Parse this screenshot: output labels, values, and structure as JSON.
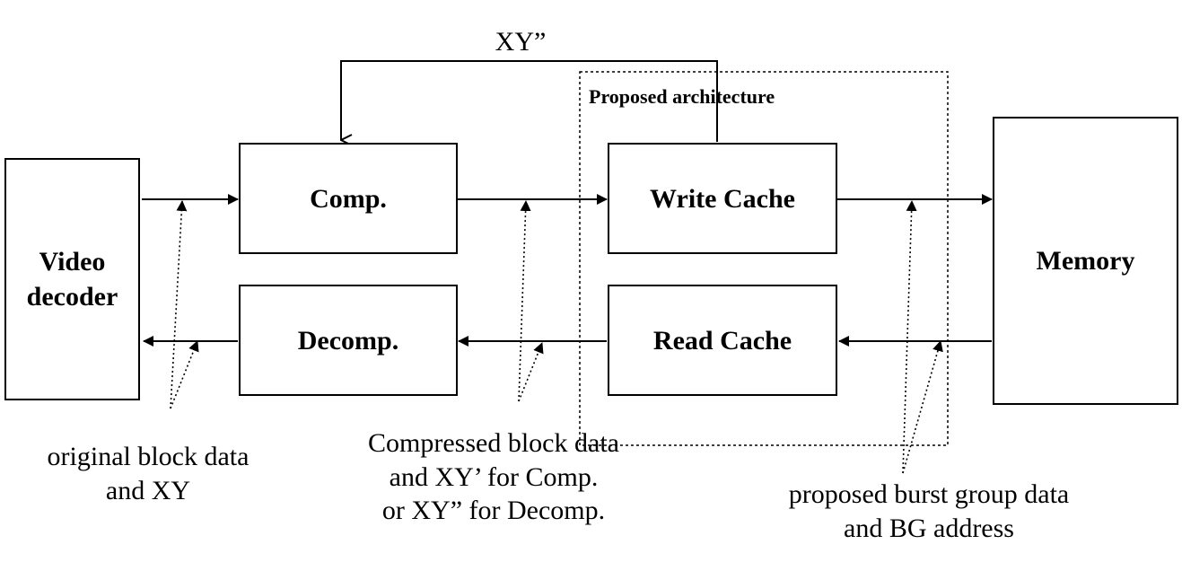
{
  "blocks": {
    "video_decoder": "Video\ndecoder",
    "comp": "Comp.",
    "decomp": "Decomp.",
    "write_cache": "Write Cache",
    "read_cache": "Read Cache",
    "memory": "Memory"
  },
  "labels": {
    "feedback": "XY”",
    "proposed_architecture": "Proposed architecture",
    "original_block_data": "original block data\nand XY",
    "compressed_block_data": "Compressed block data\nand XY’ for Comp.\nor XY” for Decomp.",
    "burst_group_data": "proposed burst group data\nand BG address"
  }
}
